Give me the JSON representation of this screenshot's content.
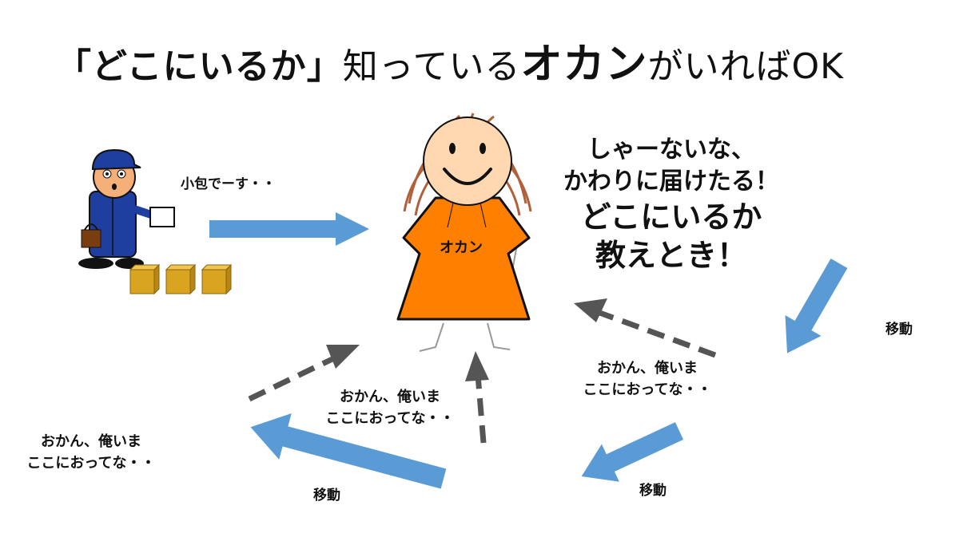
{
  "title": {
    "open_quote": "「",
    "bold_phrase": "どこにいるか",
    "close_quote": "」",
    "middle": "知っている",
    "bold_okan": "オカン",
    "tail": "がいればOK"
  },
  "courier": {
    "speech": "小包でーす・・"
  },
  "okan": {
    "label": "オカン"
  },
  "callout": {
    "line1": "しゃーないな、",
    "line2": "かわりに届けたる！",
    "line3": "どこにいるか",
    "line4": "教えとき！"
  },
  "messages": {
    "right_line1": "おかん、俺いま",
    "right_line2": "ここにおってな・・",
    "center_line1": "おかん、俺いま",
    "center_line2": "ここにおってな・・",
    "left_line1": "おかん、俺いま",
    "left_line2": "ここにおってな・・"
  },
  "moves": {
    "right": "移動",
    "bottom_right": "移動",
    "bottom_left": "移動"
  },
  "colors": {
    "blue_arrow": "#5b9bd5",
    "dashed_arrow": "#555555",
    "okan_dress": "#ff8000",
    "person_shirt": "#e0141e",
    "courier_uniform": "#1f3fa0",
    "box": "#d9a520"
  }
}
